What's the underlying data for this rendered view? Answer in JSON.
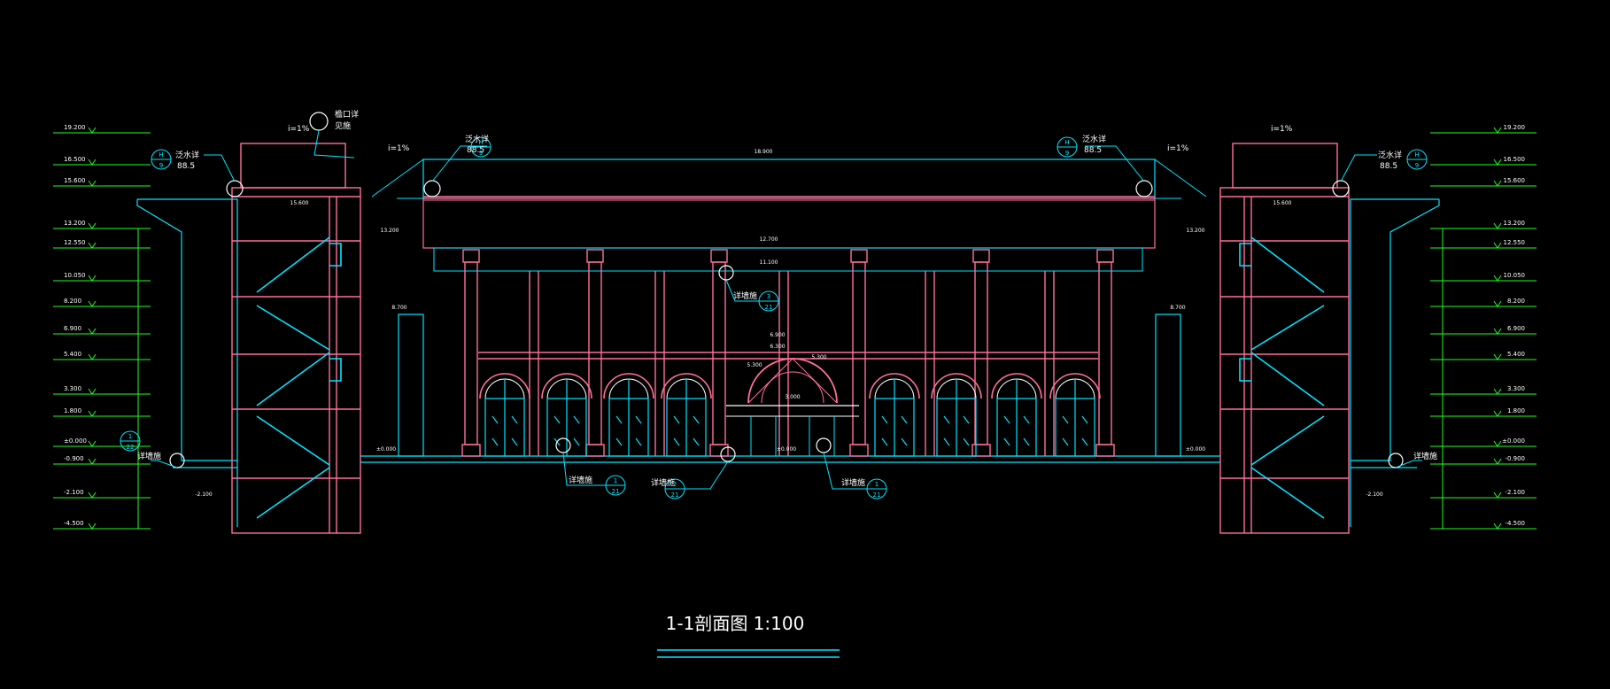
{
  "drawing": {
    "title": "1-1剖面图 1:100",
    "colors": {
      "background": "#000000",
      "wall": "#ff6f9a",
      "stair": "#00e5ff",
      "dim": "#22ff22",
      "text": "#ffffff",
      "callout": "#ffffff"
    },
    "callouts": {
      "top_left": [
        "檐口详",
        "见施"
      ],
      "drain_left": [
        "泛水详",
        "88.5"
      ],
      "drain_right": [
        "泛水详",
        "88.5"
      ],
      "drain_far_right": [
        "泛水详",
        "88.5"
      ],
      "slope": "i=1%",
      "stair_left": "详墙施",
      "col_left": "详墙施",
      "col_mid": "详墙施",
      "col_right": "详墙施",
      "col_top": "详墙施",
      "stair_right": "详墙施"
    },
    "circle_marks": {
      "a": [
        "1",
        "21"
      ],
      "b": [
        "2",
        "21"
      ],
      "c": [
        "1",
        "21"
      ],
      "d": [
        "3",
        "21"
      ],
      "e": [
        "1",
        "22"
      ],
      "f": [
        "H",
        "9"
      ]
    },
    "elevations_left": [
      "19.200",
      "16.500",
      "15.600",
      "13.200",
      "12.550",
      "10.050",
      "8.200",
      "6.900",
      "5.400",
      "3.300",
      "1.800",
      "±0.000",
      "-0.900",
      "-2.100",
      "-4.500"
    ],
    "elevations_right": [
      "19.200",
      "16.500",
      "15.600",
      "13.200",
      "12.550",
      "10.050",
      "8.200",
      "6.900",
      "5.400",
      "3.300",
      "1.800",
      "±0.000",
      "-0.900",
      "-2.100",
      "-4.500"
    ],
    "inner_labels": {
      "roof": "18.900",
      "beam_left": "15.600",
      "beam_right": "15.600",
      "cornice": "12.700",
      "frieze": "11.100",
      "arch_top": "6.900",
      "arch_mid": "6.300",
      "arch_l": "5.300",
      "arch_r": "5.300",
      "door": "3.000",
      "floor": "±0.000",
      "floor_l": "±0.000",
      "floor_r": "±0.000",
      "side_l": "8.700",
      "side_r": "8.700",
      "stair_top_l": "13.200",
      "stair_top_r": "13.200",
      "base_l": "-2.100",
      "base_r": "-2.100"
    }
  }
}
